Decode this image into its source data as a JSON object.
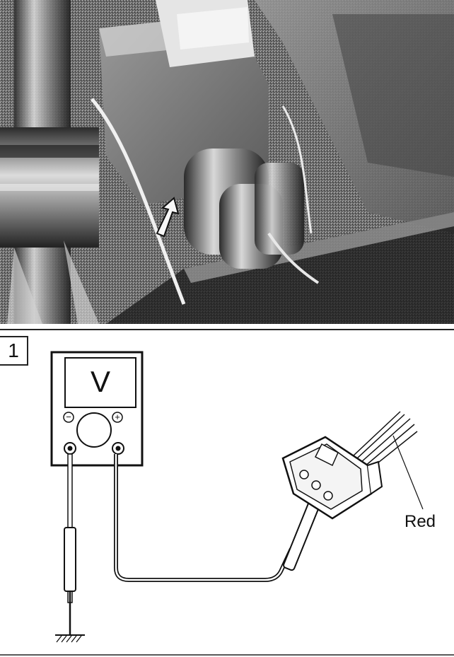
{
  "step": {
    "number": "1"
  },
  "multimeter": {
    "mode_letter": "V",
    "minus_symbol": "−",
    "plus_symbol": "+"
  },
  "connector": {
    "wire_label": "Red"
  }
}
